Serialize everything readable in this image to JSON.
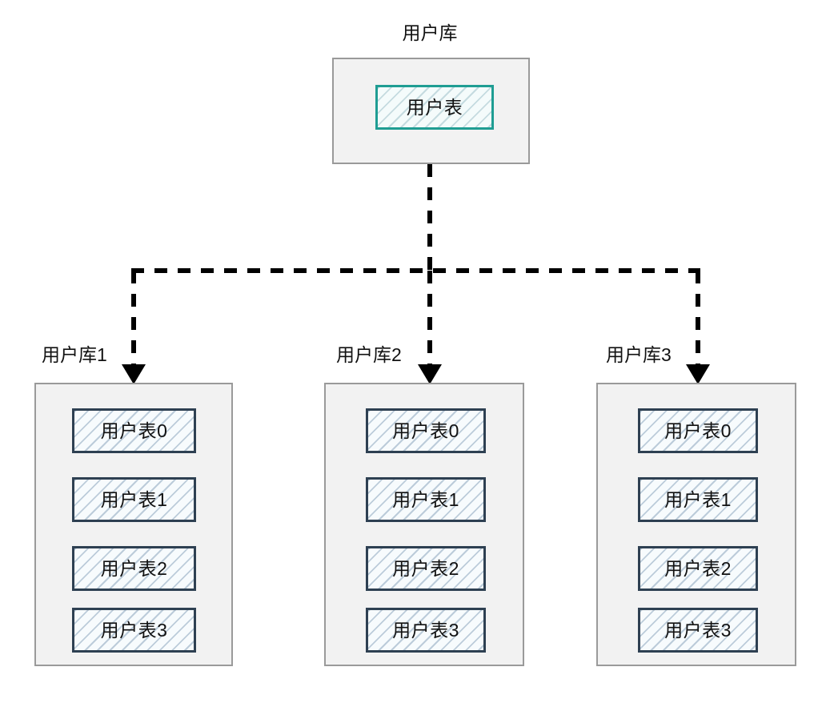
{
  "diagram": {
    "title": "用户库",
    "root_database": {
      "caption": "用户库",
      "tables": [
        {
          "label": "用户表"
        }
      ]
    },
    "shards": [
      {
        "caption": "用户库1",
        "tables": [
          {
            "label": "用户表0"
          },
          {
            "label": "用户表1"
          },
          {
            "label": "用户表2"
          },
          {
            "label": "用户表3"
          }
        ]
      },
      {
        "caption": "用户库2",
        "tables": [
          {
            "label": "用户表0"
          },
          {
            "label": "用户表1"
          },
          {
            "label": "用户表2"
          },
          {
            "label": "用户表3"
          }
        ]
      },
      {
        "caption": "用户库3",
        "tables": [
          {
            "label": "用户表0"
          },
          {
            "label": "用户表1"
          },
          {
            "label": "用户表2"
          },
          {
            "label": "用户表3"
          }
        ]
      }
    ],
    "connectors": {
      "style": "dashed",
      "arrow_count": 3,
      "color": "#000000"
    },
    "colors": {
      "container_fill": "#f2f2f2",
      "container_border": "#9a9a9a",
      "table_border": "#2e4052",
      "root_table_border": "#1f9d93",
      "table_fill": "#f7fbfd",
      "hatch": "#8ca5be",
      "connector": "#000000",
      "text": "#111111",
      "background": "#ffffff"
    }
  }
}
